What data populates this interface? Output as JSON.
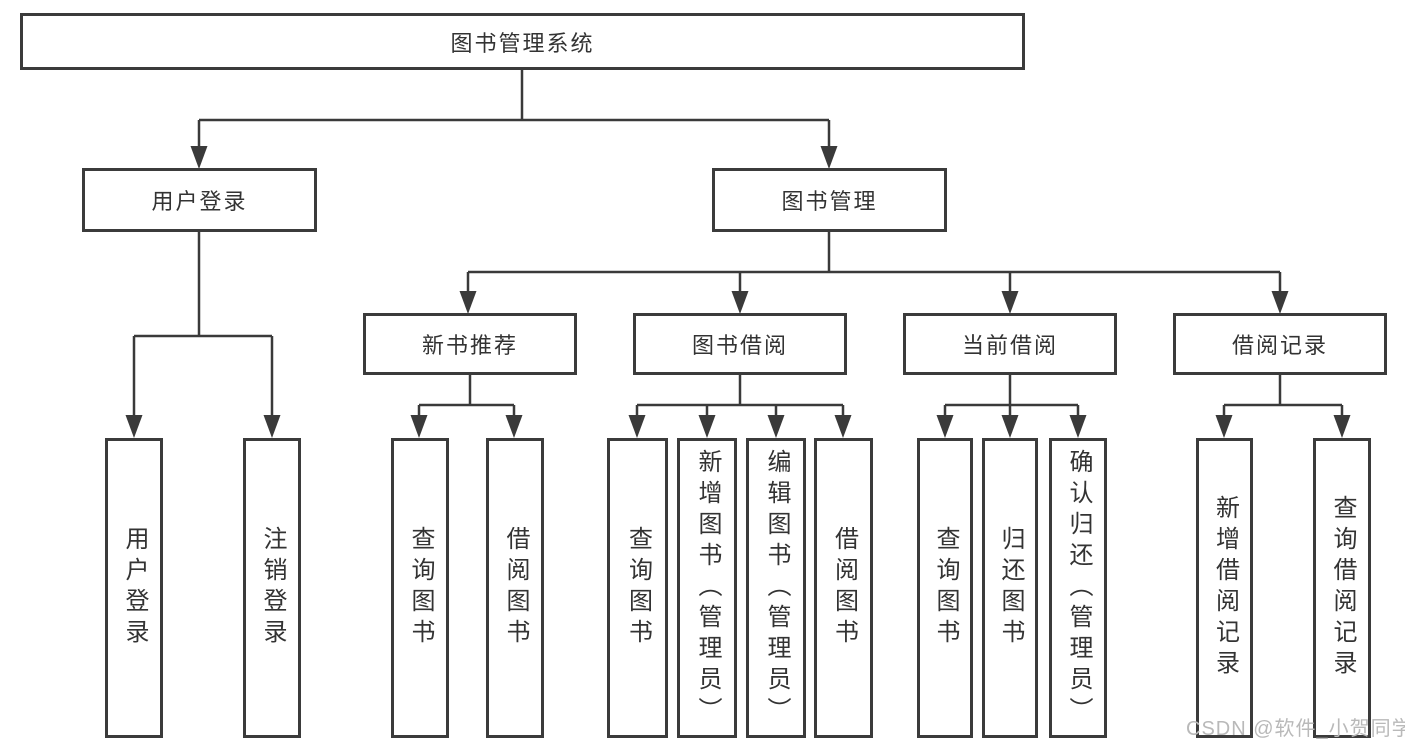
{
  "diagram": {
    "title": "图书管理系统",
    "branches": [
      {
        "label": "用户登录",
        "children": [
          {
            "label": "用户登录"
          },
          {
            "label": "注销登录"
          }
        ]
      },
      {
        "label": "图书管理",
        "children": [
          {
            "label": "新书推荐",
            "children": [
              {
                "label": "查询图书"
              },
              {
                "label": "借阅图书"
              }
            ]
          },
          {
            "label": "图书借阅",
            "children": [
              {
                "label": "查询图书"
              },
              {
                "label": "新增图书（管理员）"
              },
              {
                "label": "编辑图书（管理员）"
              },
              {
                "label": "借阅图书"
              }
            ]
          },
          {
            "label": "当前借阅",
            "children": [
              {
                "label": "查询图书"
              },
              {
                "label": "归还图书"
              },
              {
                "label": "确认归还（管理员）"
              }
            ]
          },
          {
            "label": "借阅记录",
            "children": [
              {
                "label": "新增借阅记录"
              },
              {
                "label": "查询借阅记录"
              }
            ]
          }
        ]
      }
    ]
  },
  "watermark": "CSDN @软件_小贺同学",
  "colors": {
    "line": "#3a3a3a",
    "border": "#3b3b3b",
    "text": "#333333",
    "watermark_text": "#b9b9b9",
    "background": "#ffffff"
  }
}
